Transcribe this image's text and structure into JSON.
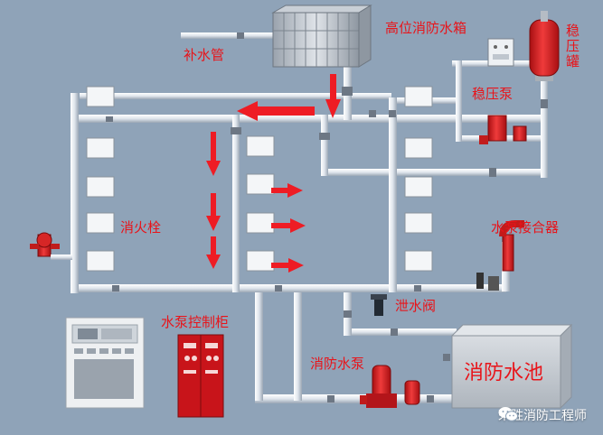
{
  "labels": {
    "refill_pipe": "补水管",
    "high_tank": "高位消防水箱",
    "stabilizer_tank": "稳压罐",
    "stabilizer_pump": "稳压泵",
    "hydrant": "消火栓",
    "connector": "水泵接合器",
    "drain_valve": "泄水阀",
    "pump_cabinet": "水泵控制柜",
    "fire_pump": "消防水泵",
    "pool": "消防水池"
  },
  "watermark": "荣胜消防工程师",
  "colors": {
    "background": "#8fa3b8",
    "pipe": "#e6ebf0",
    "label": "#e8141a",
    "arrow": "#ee1c24",
    "equipment_red": "#d81e1e"
  },
  "icons": [
    "wechat-icon",
    "flow-arrow-icon",
    "valve-icon",
    "pump-icon"
  ]
}
